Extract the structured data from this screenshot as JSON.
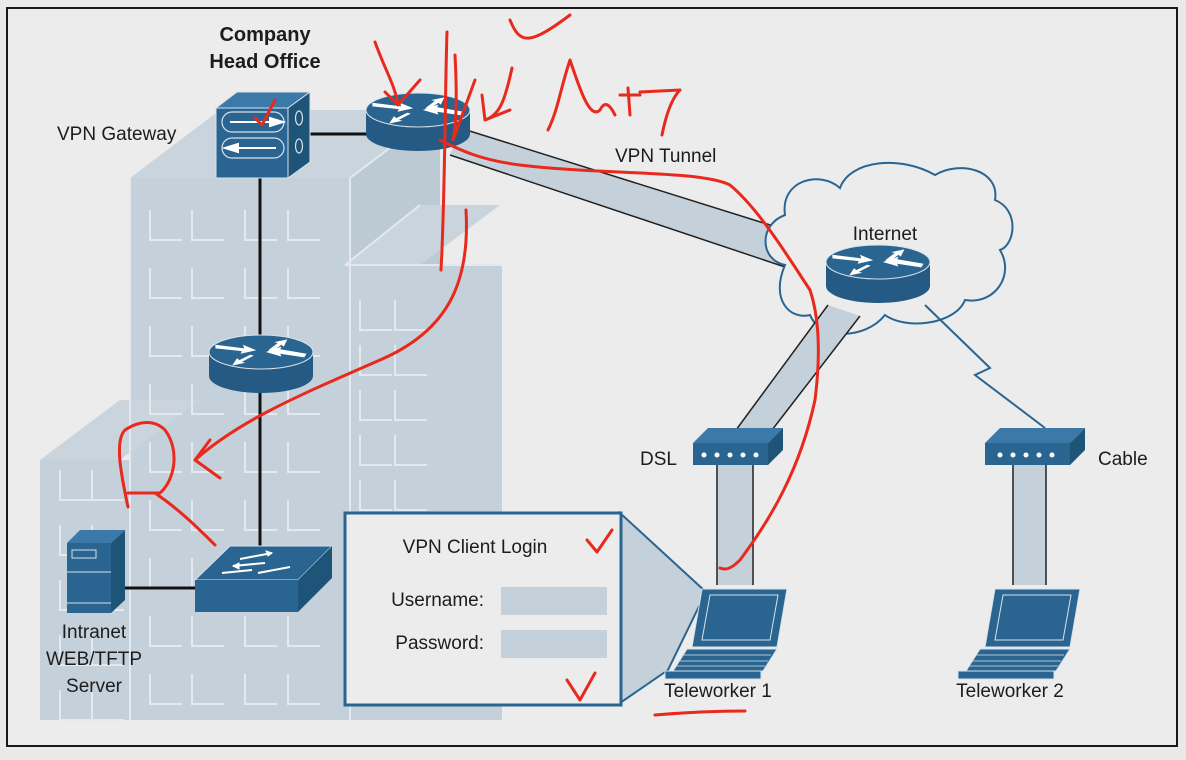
{
  "diagram": {
    "title_line1": "Company",
    "title_line2": "Head Office",
    "labels": {
      "vpn_gateway": "VPN Gateway",
      "vpn_tunnel": "VPN Tunnel",
      "internet": "Internet",
      "dsl": "DSL",
      "cable": "Cable",
      "teleworker1": "Teleworker 1",
      "teleworker2": "Teleworker 2",
      "server_line1": "Intranet",
      "server_line2": "WEB/TFTP",
      "server_line3": "Server"
    },
    "login_box": {
      "title": "VPN Client Login",
      "username_label": "Username:",
      "password_label": "Password:",
      "username_value": "",
      "password_value": ""
    },
    "annotation": {
      "handwritten_text": "Λωϝ 7",
      "color": "#e8291c"
    },
    "colors": {
      "device_blue": "#2a6591",
      "building": "#c5d1da",
      "tunnel": "#c5d1da",
      "background": "#ececec"
    }
  }
}
